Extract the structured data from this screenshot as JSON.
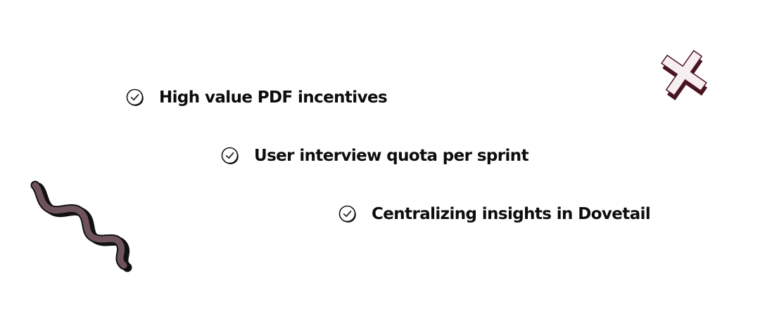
{
  "checklist": {
    "items": [
      {
        "label": "High value PDF incentives",
        "icon": "check-circle-icon"
      },
      {
        "label": "User interview quota per sprint",
        "icon": "check-circle-icon"
      },
      {
        "label": "Centralizing insights in Dovetail",
        "icon": "check-circle-icon"
      }
    ]
  },
  "decorations": {
    "squiggle": {
      "icon": "squiggle-shape",
      "fill": "#6e545a",
      "shadow": "#111111"
    },
    "cross": {
      "icon": "cross-shape",
      "fill": "#f6eef0",
      "shadow": "#4a1320"
    }
  },
  "colors": {
    "text": "#0d0d0d",
    "background": "#ffffff"
  }
}
